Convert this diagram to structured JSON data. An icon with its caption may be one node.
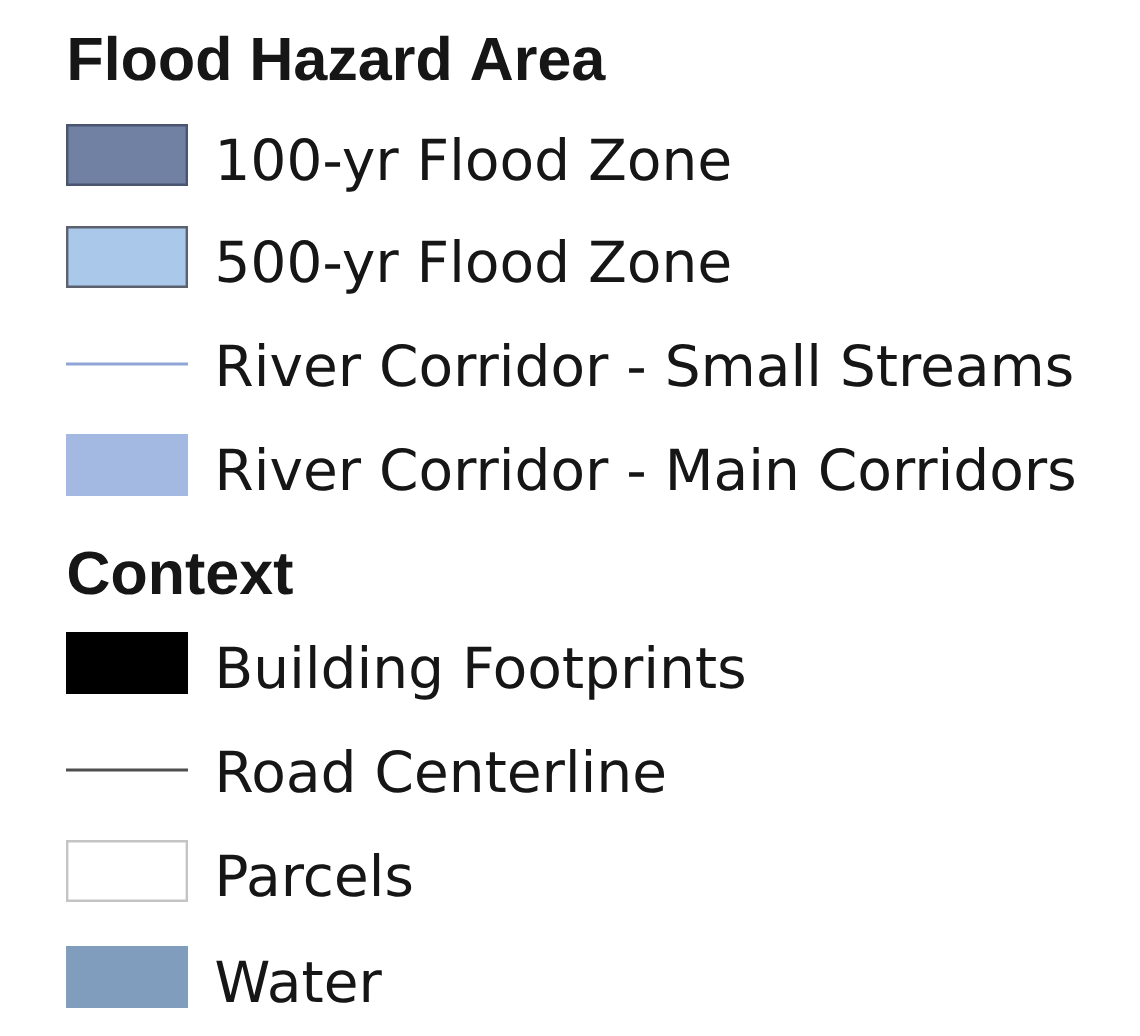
{
  "diagram": {
    "labels": [
      "Flood Hazard Area",
      "Context"
    ],
    "legend": [
      {
        "text": "100-yr Flood Zone",
        "color": "#7181a3"
      },
      {
        "text": "500-yr Flood Zone",
        "color": "#aac9ea"
      },
      {
        "text": "River Corridor - Small Streams"
      },
      {
        "text": "River Corridor - Main Corridors",
        "color": "#a4b9e2"
      },
      {
        "text": "Building Footprints",
        "color": "#000000"
      },
      {
        "text": "Road Centerline"
      },
      {
        "text": "Parcels"
      },
      {
        "text": "Water",
        "color": "#809dbd"
      }
    ]
  }
}
